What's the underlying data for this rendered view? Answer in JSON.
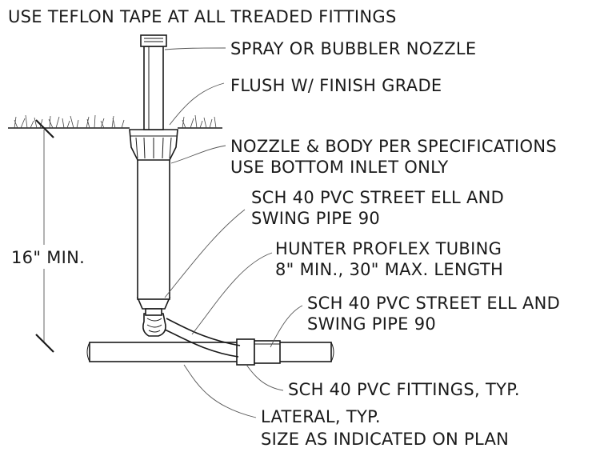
{
  "title": "USE TEFLON TAPE AT ALL TREADED FITTINGS",
  "dimension": "16\" MIN.",
  "callouts": {
    "nozzle": "SPRAY OR BUBBLER NOZZLE",
    "grade": "FLUSH W/ FINISH GRADE",
    "body_line1": "NOZZLE & BODY PER SPECIFICATIONS",
    "body_line2": "USE BOTTOM INLET ONLY",
    "ell_top_line1": "SCH 40 PVC STREET ELL AND",
    "ell_top_line2": "SWING PIPE 90",
    "tubing_line1": "HUNTER PROFLEX TUBING",
    "tubing_line2": "8\" MIN., 30\" MAX. LENGTH",
    "ell_bottom_line1": "SCH 40 PVC STREET ELL AND",
    "ell_bottom_line2": "SWING PIPE 90",
    "fittings": "SCH 40 PVC FITTINGS, TYP.",
    "lateral_line1": "LATERAL, TYP.",
    "lateral_line2": "SIZE AS INDICATED ON PLAN"
  }
}
